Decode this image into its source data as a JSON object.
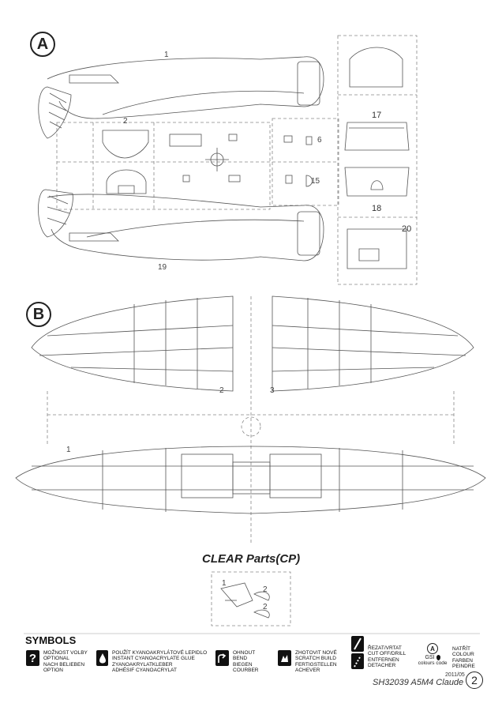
{
  "sections": {
    "a": {
      "badge": "A"
    },
    "b": {
      "badge": "B"
    }
  },
  "parts": {
    "p1_fuselage": "1",
    "p2_canopy": "2",
    "p6": "6",
    "p15": "15",
    "p17": "17",
    "p18": "18",
    "p20": "20",
    "p19": "19",
    "b_left": "2",
    "b_right": "3",
    "b_lower": "1"
  },
  "clear_parts": {
    "title": "CLEAR Parts(CP)",
    "labels": [
      "1",
      "2",
      "2"
    ]
  },
  "symbols": {
    "title": "SYMBOLS",
    "items": [
      {
        "icon": "question-icon",
        "glyph": "?",
        "text": "MOŽNOST VOLBY\nOPTIONAL\nNACH BELIEBEN\nOPTION"
      },
      {
        "icon": "glue-drop-icon",
        "glyph": "",
        "text": "POUŽÍT KYANOAKRYLÁTOVÉ LEPIDLO\nINSTANT CYANOACRYLATE GLUE\nZYANOAKRYLATKLEBER\nADHÉSIF CYANOACRYLAT"
      },
      {
        "icon": "bend-icon",
        "glyph": "",
        "text": "OHNOUT\nBEND\nBIEGEN\nCOURBER"
      },
      {
        "icon": "scratch-build-icon",
        "glyph": "",
        "text": "ZHOTOVIT NOVÉ\nSCRATCH BUILD\nFERTIGSTELLEN\nACHEVER"
      },
      {
        "icon": "cut-off-icon",
        "glyph": "",
        "text": "ŘEZAT/VRTAT\nCUT OFF/DRILL\nENTFERNEN\nDETACHER"
      },
      {
        "icon": "paint-icon",
        "glyph": "",
        "text": "NATŘÍT\nCOLOUR\nFARBEN\nPEINDRE"
      }
    ],
    "gsi_label": "GSI",
    "gsi_badge": "A",
    "colours_code": "colours code"
  },
  "footer": {
    "date": "2011/05",
    "code": "SH32039  A5M4 Claude",
    "page": "2"
  }
}
